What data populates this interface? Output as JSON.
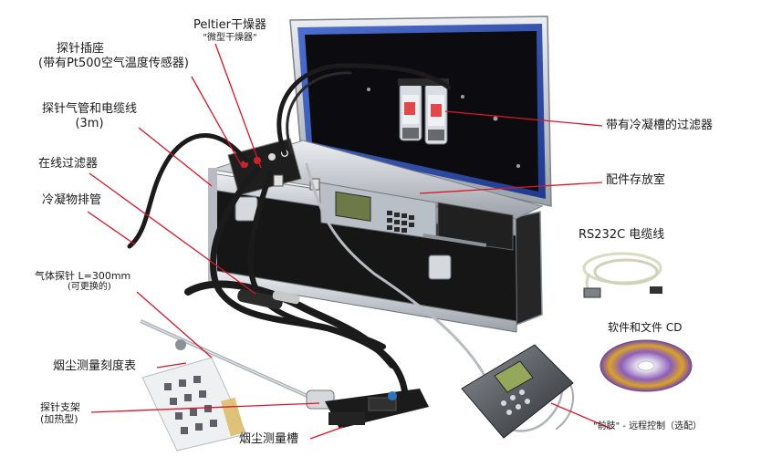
{
  "labels": {
    "peltier_line1": "Peltier干燥器",
    "peltier_line2": "\"微型干燥器\"",
    "probe_socket_line1": "探针插座",
    "probe_socket_line2": "(带有Pt500空气温度传感器)",
    "hose_cable_line1": "探针气管和电缆线",
    "hose_cable_line2": "(3m)",
    "inline_filter": "在线过滤器",
    "condensate_drain": "冷凝物排管",
    "gas_probe_line1": "气体探针 L=300mm",
    "gas_probe_line2": "(可更换的)",
    "dust_scale": "烟尘测量刻度表",
    "probe_support_line1": "探针支架",
    "probe_support_line2": "(加热型)",
    "dust_cell": "烟尘测量槽",
    "trap_filter": "带有冷凝槽的过滤器",
    "accessory_box": "配件存放室",
    "rs232": "RS232C 电缆线",
    "software_cd": "软件和文件 CD",
    "remote_control": "\"前肢\" - 远程控制（选配）"
  },
  "colors": {
    "leader": "#d8152a",
    "case_aluminum": "#c9ccd1",
    "case_black": "#151515",
    "lid_blue": "#3a5bb8",
    "cable": "#1b1b1b"
  }
}
